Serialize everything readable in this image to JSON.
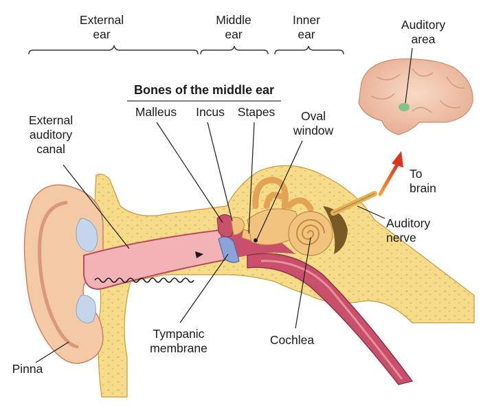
{
  "regions": {
    "external_ear": [
      "External",
      "ear"
    ],
    "middle_ear": [
      "Middle",
      "ear"
    ],
    "inner_ear": [
      "Inner",
      "ear"
    ]
  },
  "bones_header": "Bones of the middle ear",
  "labels": {
    "malleus": "Malleus",
    "incus": "Incus",
    "stapes": "Stapes",
    "oval_window": [
      "Oval",
      "window"
    ],
    "auditory_area": [
      "Auditory",
      "area"
    ],
    "external_auditory_canal": [
      "External",
      "auditory",
      "canal"
    ],
    "to_brain": [
      "To",
      "brain"
    ],
    "auditory_nerve": [
      "Auditory",
      "nerve"
    ],
    "tympanic_membrane": [
      "Tympanic",
      "membrane"
    ],
    "cochlea": "Cochlea",
    "pinna": "Pinna"
  },
  "colors": {
    "skin": "#f3c9a6",
    "skin_shadow": "#e6a985",
    "bone": "#f6dc8a",
    "bone_dark": "#e4bd5c",
    "canal_tissue": "#c8506a",
    "canal_inner": "#e49aa8",
    "cochlea_fill": "#f2c37e",
    "brain": "#f4c9b0",
    "auditory_area_spot": "#7fc48a",
    "arrow": "#e2551c",
    "tympanic": "#8aa3d9",
    "leader": "#1a1a1a"
  }
}
